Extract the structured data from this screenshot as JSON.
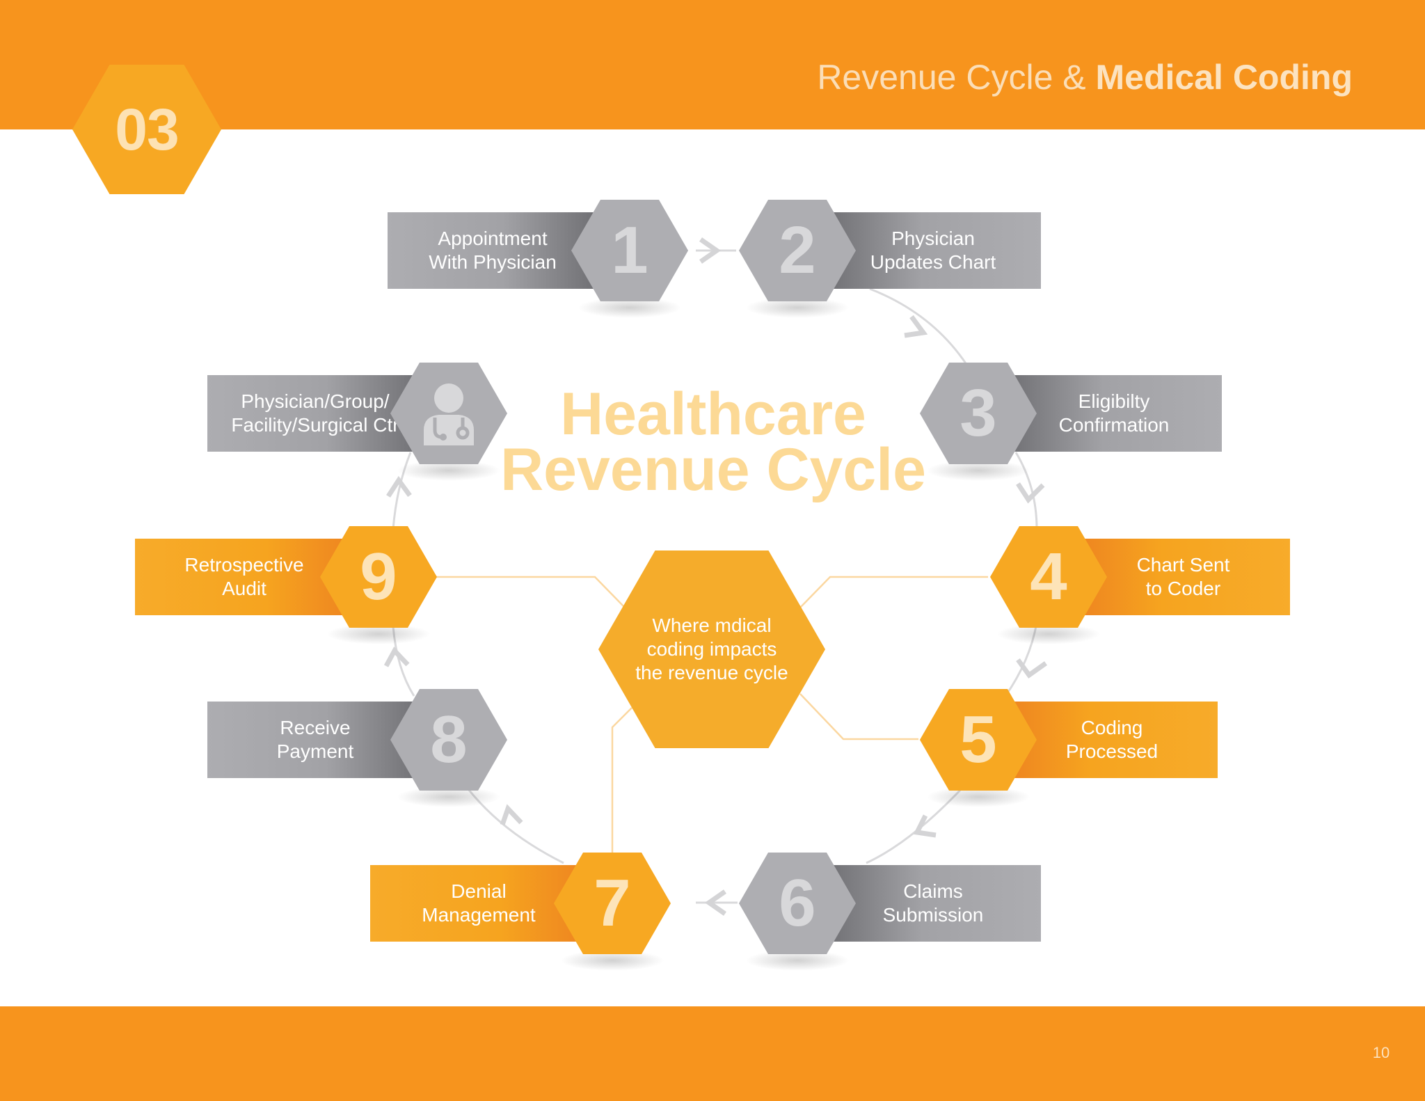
{
  "header": {
    "title_light": "Revenue Cycle &",
    "title_bold": "Medical Coding",
    "chapter": "03"
  },
  "diagram": {
    "title_line1": "Healthcare",
    "title_line2": "Revenue Cycle",
    "center_text": "Where mdical coding impacts the revenue cycle",
    "steps": [
      {
        "number": "1",
        "label": "Appointment\nWith Physician",
        "color": "gray"
      },
      {
        "number": "2",
        "label": "Physician\nUpdates Chart",
        "color": "gray"
      },
      {
        "number": "3",
        "label": "Eligibilty\nConfirmation",
        "color": "gray"
      },
      {
        "number": "4",
        "label": "Chart Sent\nto Coder",
        "color": "orange"
      },
      {
        "number": "5",
        "label": "Coding\nProcessed",
        "color": "orange"
      },
      {
        "number": "6",
        "label": "Claims\nSubmission",
        "color": "gray"
      },
      {
        "number": "7",
        "label": "Denial\nManagement",
        "color": "orange"
      },
      {
        "number": "8",
        "label": "Receive\nPayment",
        "color": "gray"
      },
      {
        "number": "9",
        "label": "Retrospective\nAudit",
        "color": "orange"
      }
    ],
    "start_label": "Physician/Group/\nFacility/Surgical Ctr",
    "start_icon": "physician-icon"
  },
  "colors": {
    "orange_band": "#f7941d",
    "orange_hex": "#f7a822",
    "gray_hex": "#aeaeb2",
    "title_orange": "#fcd58a"
  },
  "footer": {
    "page_number": "10"
  }
}
